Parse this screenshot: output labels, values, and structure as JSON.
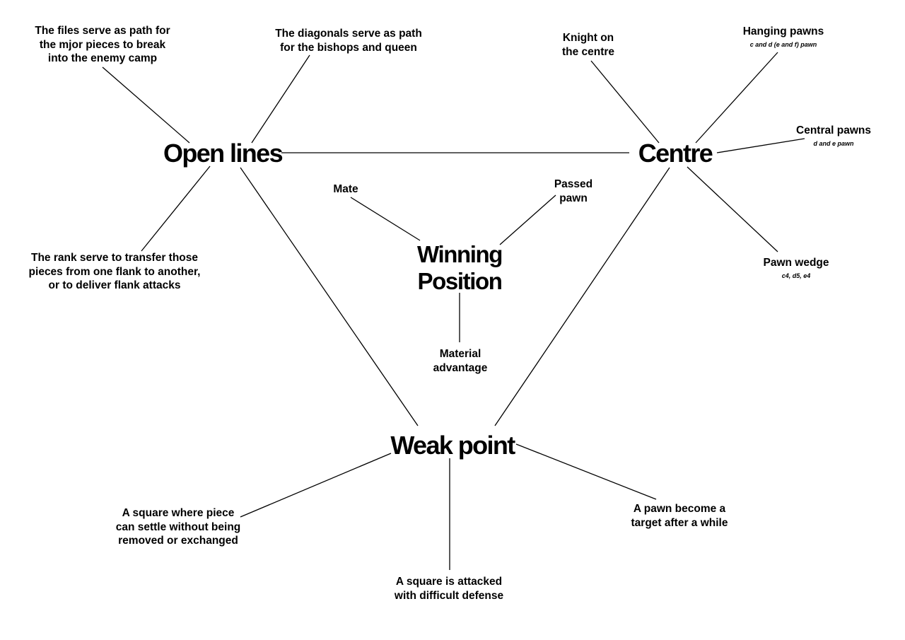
{
  "main_nodes": {
    "open_lines": "Open lines",
    "centre": "Centre",
    "weak_point": "Weak point",
    "winning_position": [
      "Winning",
      "Position"
    ]
  },
  "open_lines_items": {
    "files": [
      "The files serve as path for",
      "the mjor pieces to break",
      "into the enemy camp"
    ],
    "diagonals": [
      "The diagonals serve as path",
      "for the bishops and queen"
    ],
    "ranks": [
      "The rank serve to transfer those",
      "pieces from one flank to another,",
      "or to deliver flank attacks"
    ]
  },
  "centre_items": {
    "knight": [
      "Knight on",
      "the centre"
    ],
    "hanging_pawns": {
      "label": "Hanging pawns",
      "sub": "c and d (e and f) pawn"
    },
    "central_pawns": {
      "label": "Central pawns",
      "sub": "d and e pawn"
    },
    "pawn_wedge": {
      "label": "Pawn wedge",
      "sub": "c4, d5, e4"
    }
  },
  "winning_items": {
    "mate": "Mate",
    "passed_pawn": [
      "Passed",
      "pawn"
    ],
    "material": [
      "Material",
      "advantage"
    ]
  },
  "weak_point_items": {
    "settle": [
      "A square where piece",
      "can settle without being",
      "removed or exchanged"
    ],
    "attacked": [
      "A square is attacked",
      "with difficult defense"
    ],
    "pawn_target": [
      "A pawn become a",
      "target after a while"
    ]
  }
}
